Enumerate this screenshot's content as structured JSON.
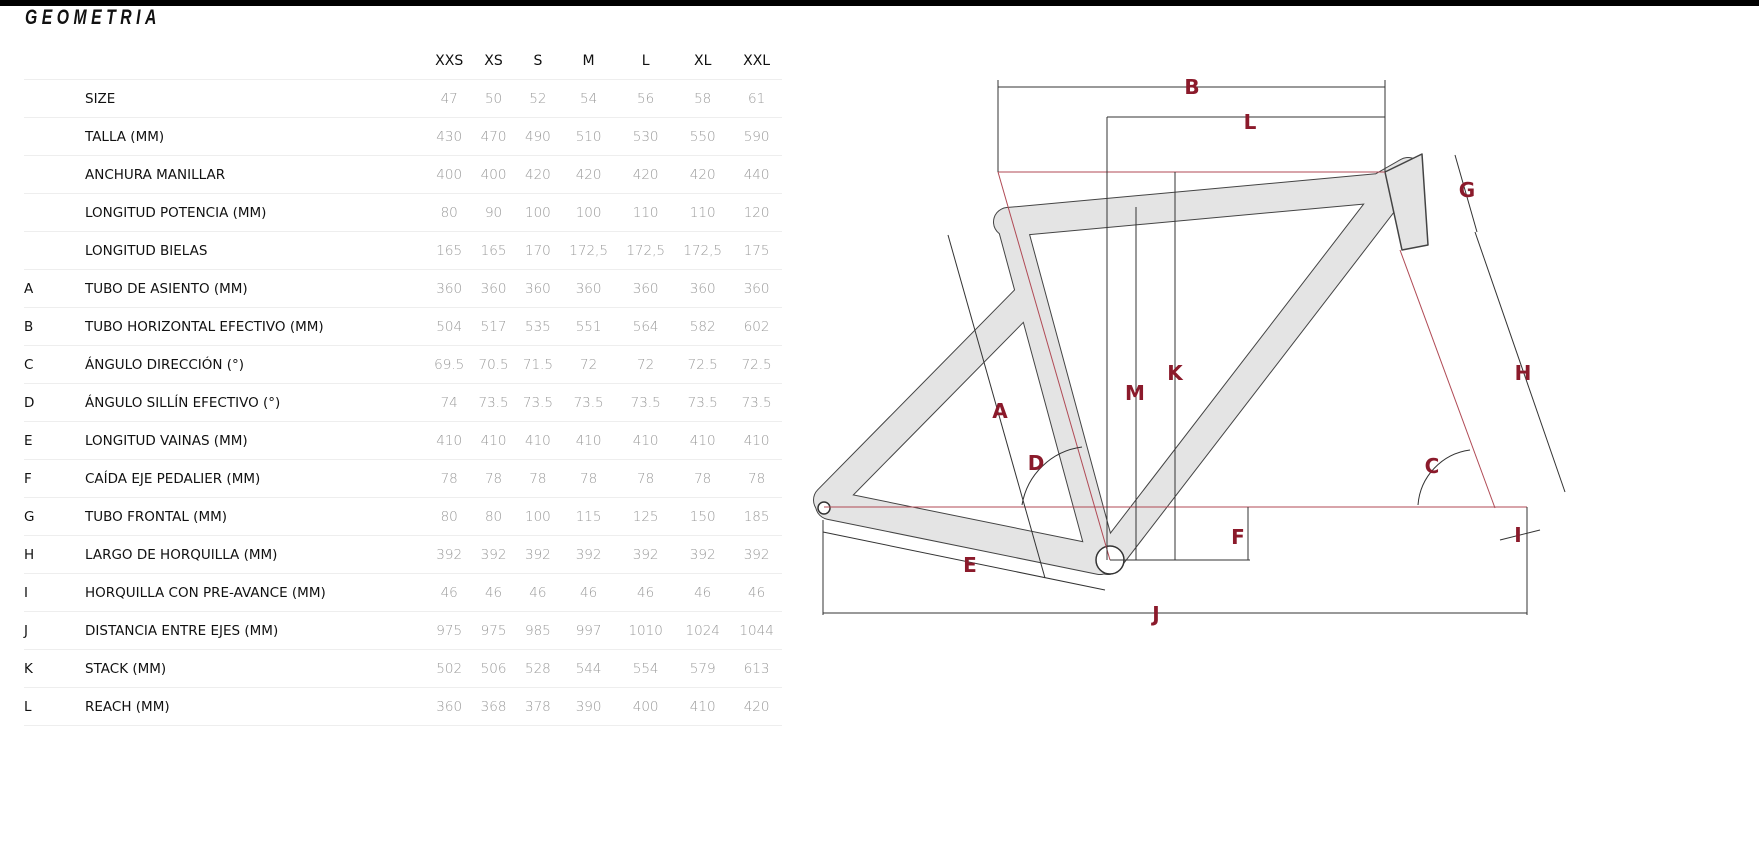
{
  "title": "GEOMETRIA",
  "sizes": [
    "XXS",
    "XS",
    "S",
    "M",
    "L",
    "XL",
    "XXL"
  ],
  "rows": [
    {
      "code": "",
      "label": "SIZE",
      "values": [
        "47",
        "50",
        "52",
        "54",
        "56",
        "58",
        "61"
      ]
    },
    {
      "code": "",
      "label": "TALLA (MM)",
      "values": [
        "430",
        "470",
        "490",
        "510",
        "530",
        "550",
        "590"
      ]
    },
    {
      "code": "",
      "label": "ANCHURA MANILLAR",
      "values": [
        "400",
        "400",
        "420",
        "420",
        "420",
        "420",
        "440"
      ]
    },
    {
      "code": "",
      "label": "LONGITUD POTENCIA (MM)",
      "values": [
        "80",
        "90",
        "100",
        "100",
        "110",
        "110",
        "120"
      ]
    },
    {
      "code": "",
      "label": "LONGITUD BIELAS",
      "values": [
        "165",
        "165",
        "170",
        "172,5",
        "172,5",
        "172,5",
        "175"
      ]
    },
    {
      "code": "A",
      "label": "TUBO DE ASIENTO (MM)",
      "values": [
        "360",
        "360",
        "360",
        "360",
        "360",
        "360",
        "360"
      ]
    },
    {
      "code": "B",
      "label": "TUBO HORIZONTAL EFECTIVO (MM)",
      "values": [
        "504",
        "517",
        "535",
        "551",
        "564",
        "582",
        "602"
      ]
    },
    {
      "code": "C",
      "label": "ÁNGULO DIRECCIÓN (°)",
      "values": [
        "69.5",
        "70.5",
        "71.5",
        "72",
        "72",
        "72.5",
        "72.5"
      ]
    },
    {
      "code": "D",
      "label": "ÁNGULO SILLÍN EFECTIVO (°)",
      "values": [
        "74",
        "73.5",
        "73.5",
        "73.5",
        "73.5",
        "73.5",
        "73.5"
      ]
    },
    {
      "code": "E",
      "label": "LONGITUD VAINAS (MM)",
      "values": [
        "410",
        "410",
        "410",
        "410",
        "410",
        "410",
        "410"
      ]
    },
    {
      "code": "F",
      "label": "CAÍDA EJE PEDALIER (MM)",
      "values": [
        "78",
        "78",
        "78",
        "78",
        "78",
        "78",
        "78"
      ]
    },
    {
      "code": "G",
      "label": "TUBO FRONTAL (MM)",
      "values": [
        "80",
        "80",
        "100",
        "115",
        "125",
        "150",
        "185"
      ]
    },
    {
      "code": "H",
      "label": "LARGO DE HORQUILLA (MM)",
      "values": [
        "392",
        "392",
        "392",
        "392",
        "392",
        "392",
        "392"
      ]
    },
    {
      "code": "I",
      "label": "HORQUILLA CON PRE-AVANCE (MM)",
      "values": [
        "46",
        "46",
        "46",
        "46",
        "46",
        "46",
        "46"
      ]
    },
    {
      "code": "J",
      "label": "DISTANCIA ENTRE EJES (MM)",
      "values": [
        "975",
        "975",
        "985",
        "997",
        "1010",
        "1024",
        "1044"
      ]
    },
    {
      "code": "K",
      "label": "STACK (MM)",
      "values": [
        "502",
        "506",
        "528",
        "544",
        "554",
        "579",
        "613"
      ]
    },
    {
      "code": "L",
      "label": "REACH (MM)",
      "values": [
        "360",
        "368",
        "378",
        "390",
        "400",
        "410",
        "420"
      ]
    }
  ],
  "diagram": {
    "labels": {
      "A": "A",
      "B": "B",
      "C": "C",
      "D": "D",
      "E": "E",
      "F": "F",
      "G": "G",
      "H": "H",
      "I": "I",
      "J": "J",
      "K": "K",
      "L": "L",
      "M": "M"
    }
  },
  "colors": {
    "label": "#8b1a2b",
    "frame": "#e4e4e4",
    "guide": "#b04a55"
  }
}
